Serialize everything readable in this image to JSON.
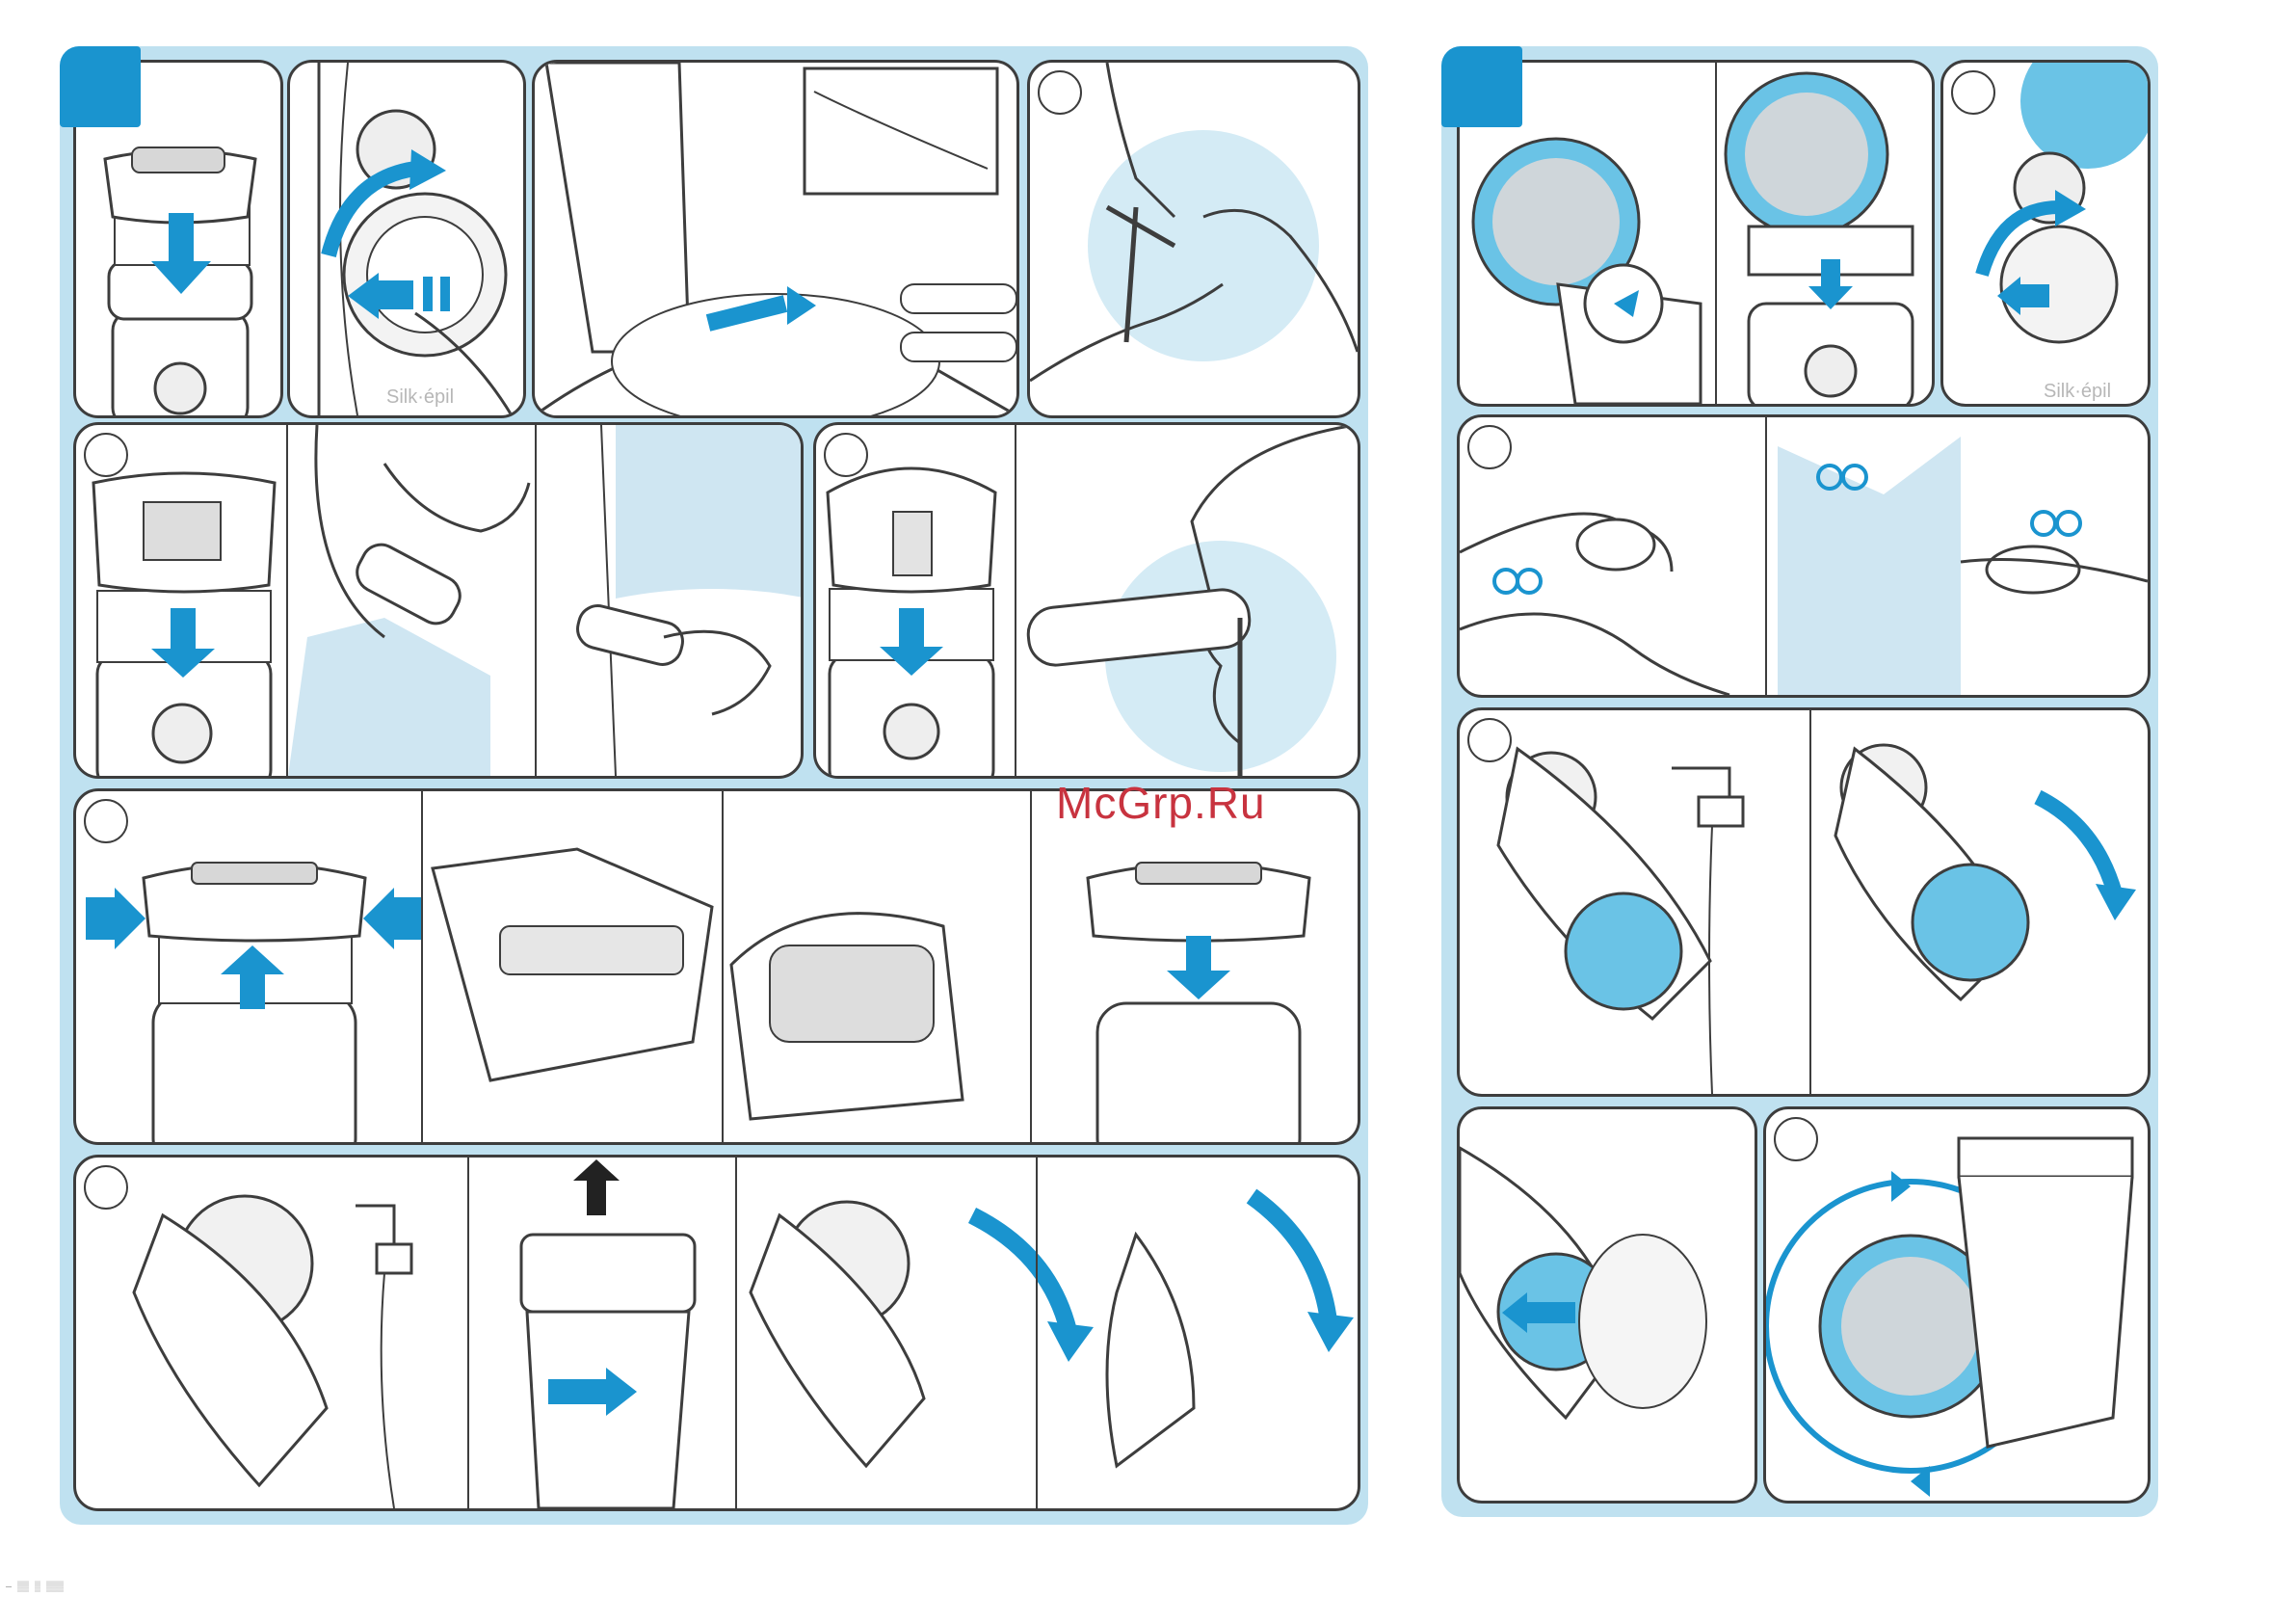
{
  "document": {
    "watermark": "McGrp.Ru",
    "brand_text": "Silk·épil",
    "footer_text": "— ▒▒ ▒ ▒▒▒"
  },
  "colors": {
    "sheet_bg": "#bfe1f0",
    "accent_blue": "#1a94cf",
    "arrow_blue": "#1a94cf",
    "outline": "#3d3d3d",
    "watermark_red": "#c8333f"
  },
  "left_sheet": {
    "badge_color": "#1a94cf",
    "rows": [
      {
        "panels": [
          "cap-on",
          "switch-on",
          "epilate-direction",
          "leg-position"
        ]
      },
      {
        "panels": [
          "underarm-bikini-cap",
          "underarm",
          "bikini",
          "face-cap",
          "face"
        ]
      },
      {
        "panels": [
          "remove-cap",
          "brush-cap",
          "brush-rollers",
          "cap-back"
        ]
      },
      {
        "panels": [
          "rinse-tap",
          "push-release",
          "shake-dry",
          "shake-dry-head"
        ]
      }
    ]
  },
  "right_sheet": {
    "badge_color": "#1a94cf",
    "rows": [
      {
        "panels": [
          "brush-head",
          "brush-attach",
          "brush-switch"
        ]
      },
      {
        "panels": [
          "exfoliate-leg",
          "exfoliate-arm"
        ]
      },
      {
        "panels": [
          "rinse-brush",
          "shake-brush"
        ]
      },
      {
        "panels": [
          "brush-cover",
          "brush-replace"
        ]
      }
    ]
  }
}
